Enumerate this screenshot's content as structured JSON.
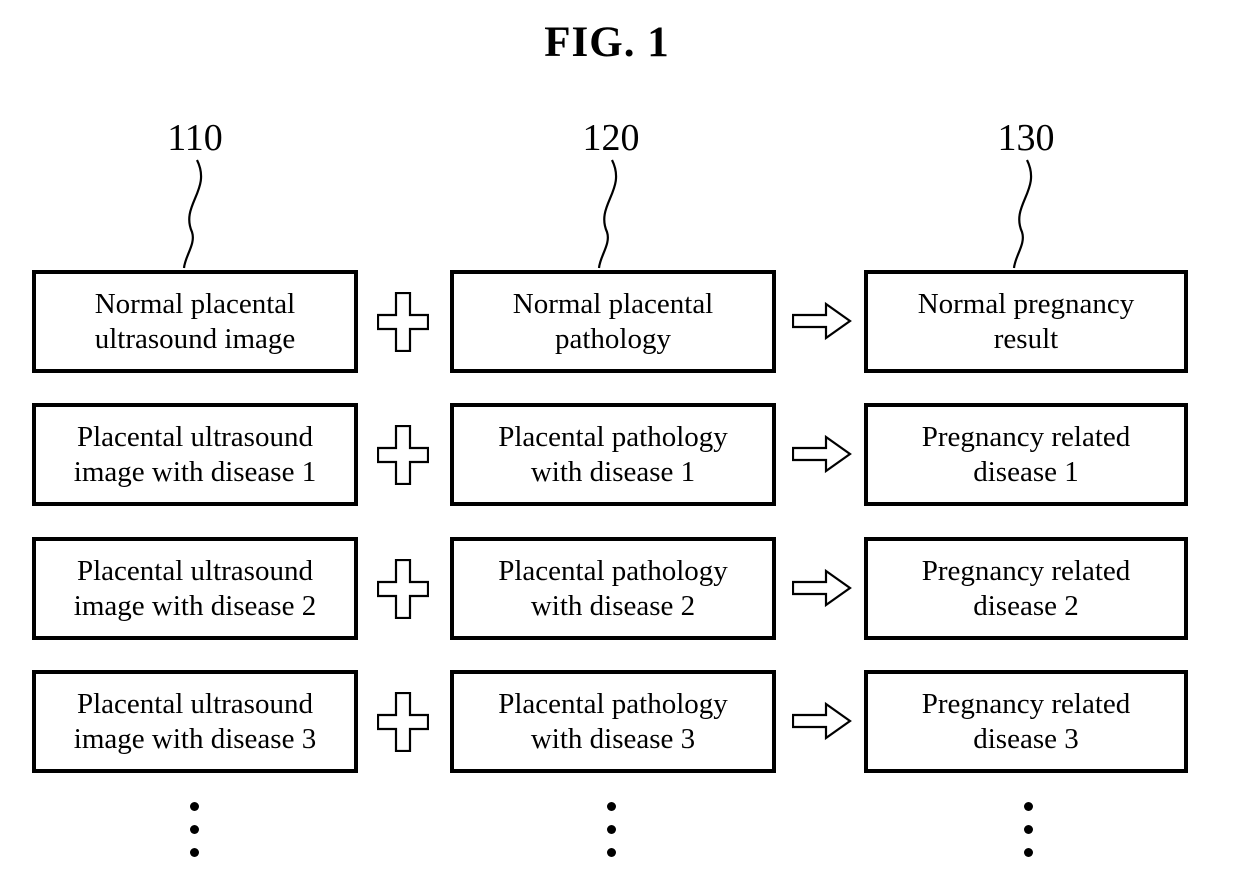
{
  "figure": {
    "title": "FIG. 1"
  },
  "references": [
    "110",
    "120",
    "130"
  ],
  "rows": [
    {
      "ultrasound": "Normal placental\nultrasound image",
      "pathology": "Normal placental\npathology",
      "result": "Normal pregnancy\nresult"
    },
    {
      "ultrasound": "Placental ultrasound\nimage with disease 1",
      "pathology": "Placental pathology\nwith disease 1",
      "result": "Pregnancy related\ndisease 1"
    },
    {
      "ultrasound": "Placental ultrasound\nimage with disease 2",
      "pathology": "Placental pathology\nwith disease 2",
      "result": "Pregnancy related\ndisease 2"
    },
    {
      "ultrasound": "Placental ultrasound\nimage with disease 3",
      "pathology": "Placental pathology\nwith disease 3",
      "result": "Pregnancy related\ndisease 3"
    }
  ],
  "icons": {
    "plus": "+",
    "right_arrow": "⇨",
    "vertical_ellipsis": "⋮"
  },
  "colors": {
    "ink": "#000000",
    "background": "#ffffff"
  }
}
